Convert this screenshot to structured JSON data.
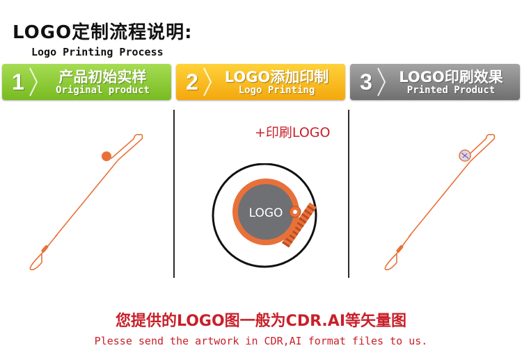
{
  "header": {
    "title_cn": "LOGO定制流程说明:",
    "title_en": "Logo Printing Process"
  },
  "steps": [
    {
      "number": "1",
      "label_cn": "产品初始实样",
      "label_en": "Original product",
      "color": "#8cc63f"
    },
    {
      "number": "2",
      "label_cn": "LOGO添加印制",
      "label_en": "Logo Printing",
      "color": "#f7b918"
    },
    {
      "number": "3",
      "label_cn": "LOGO印刷效果",
      "label_en": "Printed Product",
      "color": "#888888"
    }
  ],
  "illustrations": {
    "lanyard_color": "#e8713a",
    "print_label": "+印刷LOGO",
    "logo_placeholder": "LOGO",
    "logo_disc_color": "#6f7073"
  },
  "footer": {
    "note_cn": "您提供的LOGO图一般为CDR.AI等矢量图",
    "note_en": "Plesse send the artwork in CDR,AI format files to us.",
    "color": "#c8202a"
  }
}
